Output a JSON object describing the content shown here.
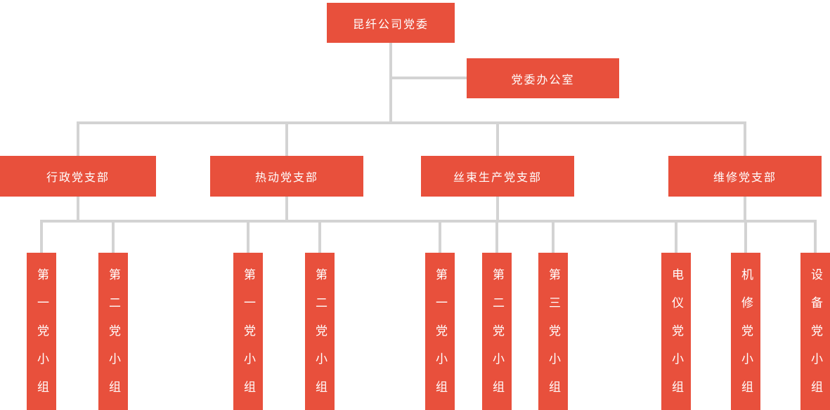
{
  "diagram": {
    "type": "org-chart",
    "root": {
      "label": "昆纤公司党委"
    },
    "office": {
      "label": "党委办公室"
    },
    "branches": [
      {
        "label": "行政党支部",
        "groups": [
          {
            "label": "第一党小组"
          },
          {
            "label": "第二党小组"
          }
        ]
      },
      {
        "label": "热动党支部",
        "groups": [
          {
            "label": "第一党小组"
          },
          {
            "label": "第二党小组"
          }
        ]
      },
      {
        "label": "丝束生产党支部",
        "groups": [
          {
            "label": "第一党小组"
          },
          {
            "label": "第二党小组"
          },
          {
            "label": "第三党小组"
          }
        ]
      },
      {
        "label": "维修党支部",
        "groups": [
          {
            "label": "电仪党小组"
          },
          {
            "label": "机修党小组"
          },
          {
            "label": "设备党小组"
          }
        ]
      }
    ],
    "colors": {
      "node_fill": "#e8503c",
      "node_text": "#ffffff",
      "connector": "#d3d3d3",
      "background": "#ffffff"
    }
  }
}
